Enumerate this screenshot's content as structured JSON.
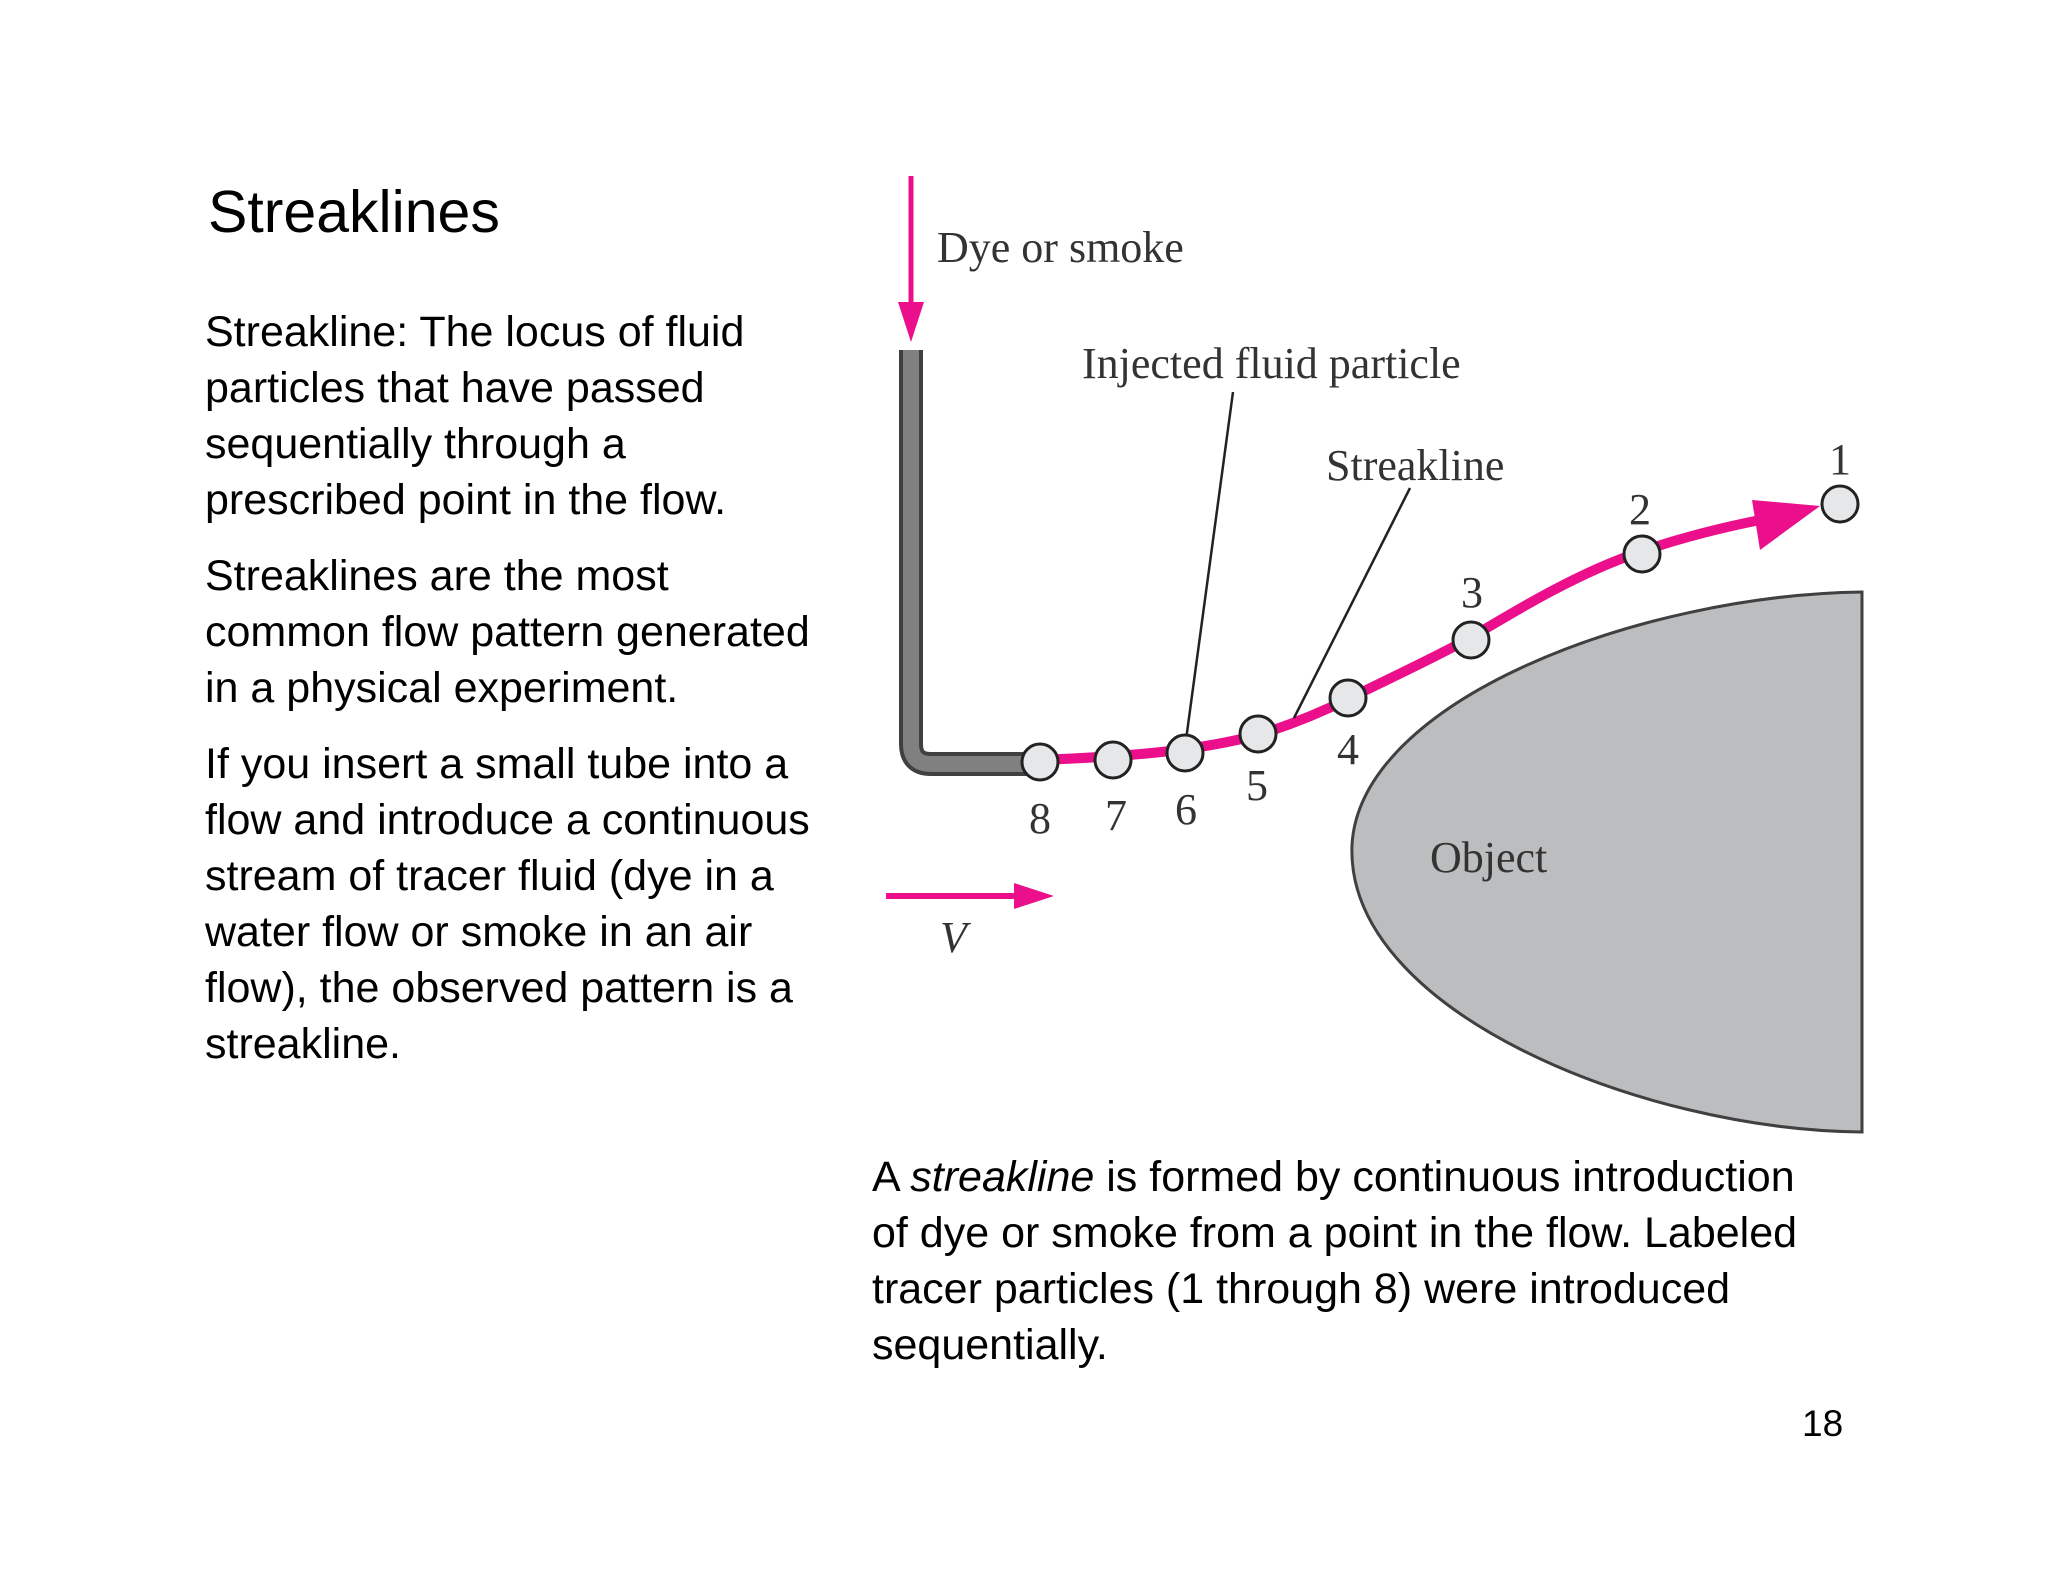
{
  "slide": {
    "title": "Streaklines",
    "paragraphs": [
      "Streakline: The locus of fluid particles that have passed sequentially through a prescribed point in the flow.",
      "Streaklines are the most common flow pattern generated in a physical experiment.",
      "If you insert a small tube into a flow and introduce a continuous stream of tracer fluid (dye in a water flow or smoke in an air flow), the observed pattern is a streakline."
    ],
    "caption": {
      "prefix": "A ",
      "emphasis": "streakline",
      "suffix": " is formed by continuous introduction of dye or smoke from a point in the flow. Labeled tracer particles (1 through 8) were introduced sequentially."
    },
    "page_number": "18"
  },
  "diagram": {
    "labels": {
      "dye": "Dye or smoke",
      "injected": "Injected fluid particle",
      "streakline": "Streakline",
      "object": "Object",
      "velocity": "V"
    },
    "particles": [
      "1",
      "2",
      "3",
      "4",
      "5",
      "6",
      "7",
      "8"
    ],
    "colors": {
      "streak": "#ec0f8c",
      "object_fill": "#bcbdbf",
      "tube": "#808080",
      "particle_fill": "#e6e7e9"
    }
  }
}
